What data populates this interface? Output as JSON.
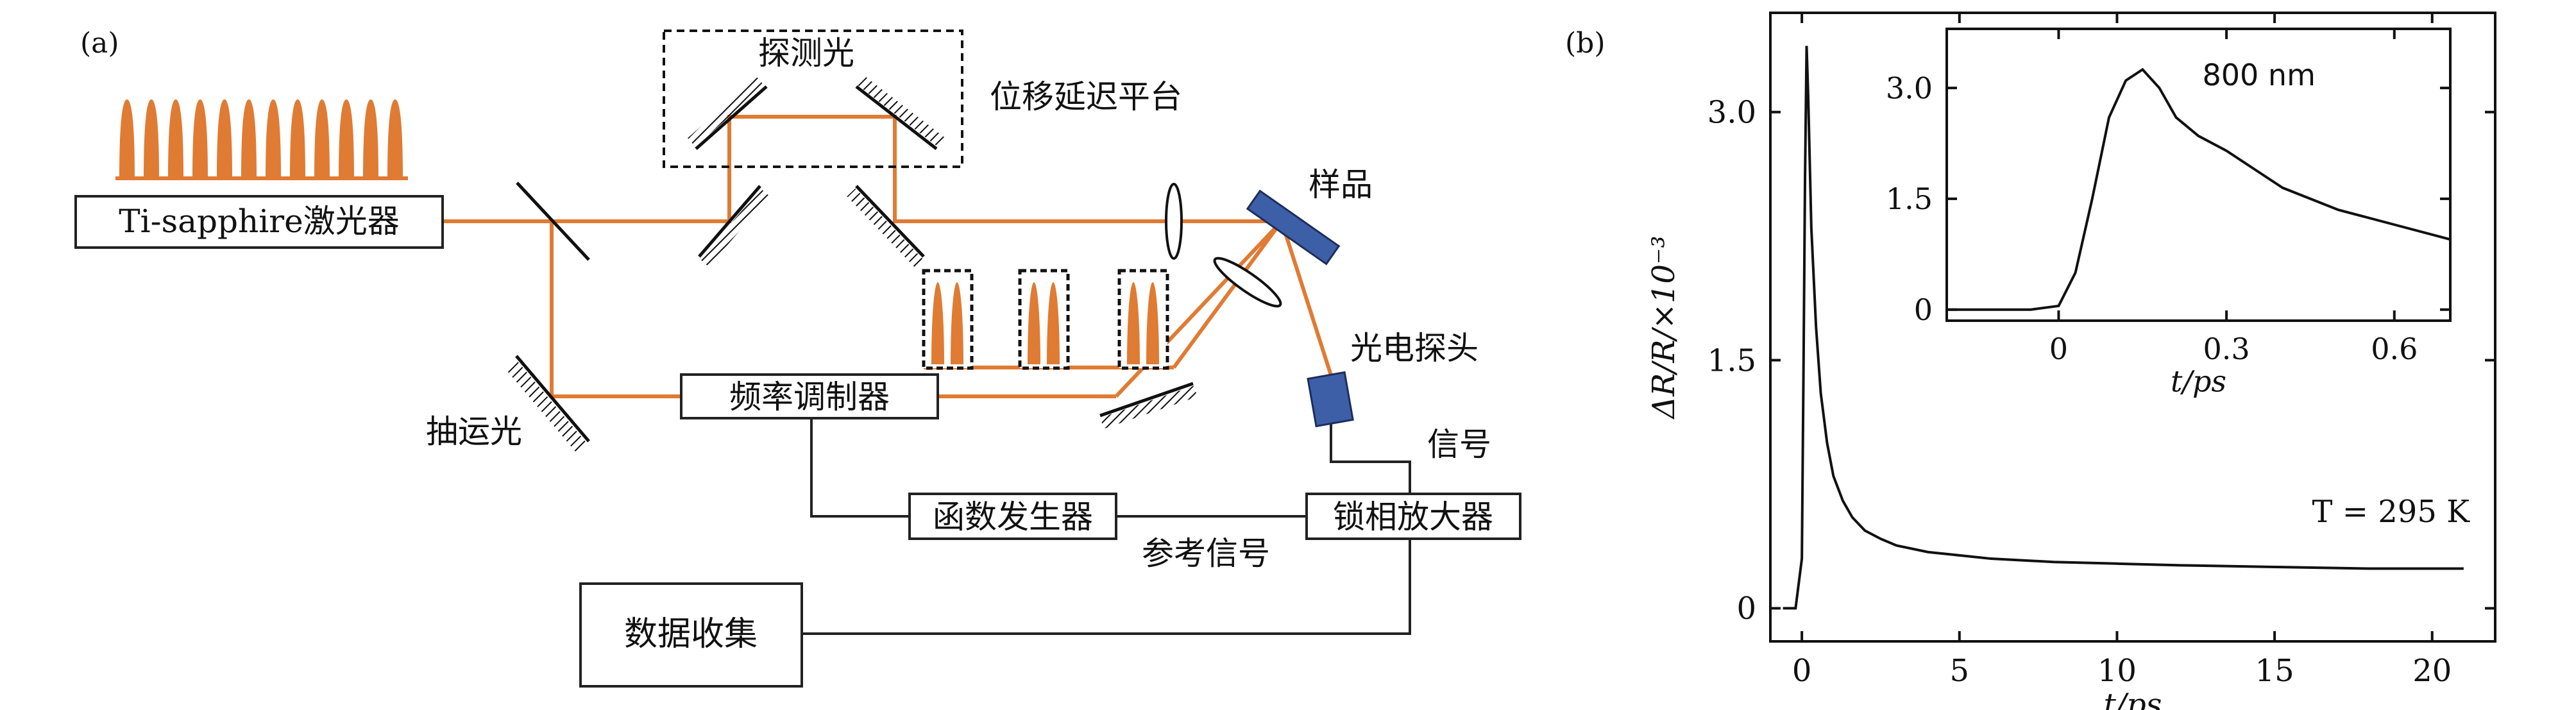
{
  "colors": {
    "beam": "#E07B33",
    "component": "#3D5FA8",
    "line": "#111111"
  },
  "panel_a": {
    "label": "(a)",
    "laser": "Ti-sapphire激光器",
    "probe": "探测光",
    "delay_stage": "位移延迟平台",
    "pump": "抽运光",
    "modulator": "频率调制器",
    "sample": "样品",
    "detector": "光电探头",
    "signal": "信号",
    "function_gen": "函数发生器",
    "reference": "参考信号",
    "lockin": "锁相放大器",
    "daq": "数据收集"
  },
  "chart_data": [
    {
      "type": "line",
      "panel_label": "(b)",
      "xlabel": "t/ps",
      "ylabel": "ΔR/R/×10⁻³",
      "xlim": [
        -1,
        22
      ],
      "ylim": [
        -0.2,
        3.6
      ],
      "xticks": [
        "0",
        "5",
        "10",
        "15",
        "20"
      ],
      "xtick_values": [
        0,
        5,
        10,
        15,
        20
      ],
      "yticks": [
        "0",
        "1.5",
        "3.0"
      ],
      "ytick_values": [
        0,
        1.5,
        3.0
      ],
      "annotation": "T = 295 K",
      "series": [
        {
          "x": [
            -0.6,
            -0.2,
            0.0,
            0.05,
            0.1,
            0.15,
            0.2,
            0.3,
            0.45,
            0.6,
            0.8,
            1.0,
            1.3,
            1.6,
            2.0,
            2.5,
            3.0,
            4.0,
            5.0,
            6.0,
            8.0,
            10.0,
            12.0,
            15.0,
            18.0,
            21.0
          ],
          "y": [
            0,
            0,
            0.3,
            1.4,
            2.6,
            3.4,
            3.1,
            2.3,
            1.7,
            1.3,
            1.0,
            0.8,
            0.65,
            0.55,
            0.47,
            0.42,
            0.38,
            0.34,
            0.32,
            0.3,
            0.28,
            0.27,
            0.26,
            0.25,
            0.24,
            0.24
          ]
        }
      ]
    },
    {
      "type": "line",
      "inset": true,
      "title": "800 nm",
      "xlabel": "t/ps",
      "xlim": [
        -0.2,
        0.7
      ],
      "ylim": [
        -0.15,
        3.8
      ],
      "xticks": [
        "0",
        "0.3",
        "0.6"
      ],
      "xtick_values": [
        0,
        0.3,
        0.6
      ],
      "yticks": [
        "0",
        "1.5",
        "3.0"
      ],
      "ytick_values": [
        0,
        1.5,
        3.0
      ],
      "series": [
        {
          "x": [
            -0.2,
            -0.05,
            0.0,
            0.03,
            0.06,
            0.09,
            0.12,
            0.15,
            0.18,
            0.21,
            0.25,
            0.3,
            0.35,
            0.4,
            0.5,
            0.6,
            0.7
          ],
          "y": [
            0,
            0,
            0.05,
            0.5,
            1.5,
            2.6,
            3.1,
            3.25,
            3.0,
            2.6,
            2.35,
            2.15,
            1.9,
            1.65,
            1.35,
            1.15,
            0.95
          ]
        }
      ]
    }
  ]
}
